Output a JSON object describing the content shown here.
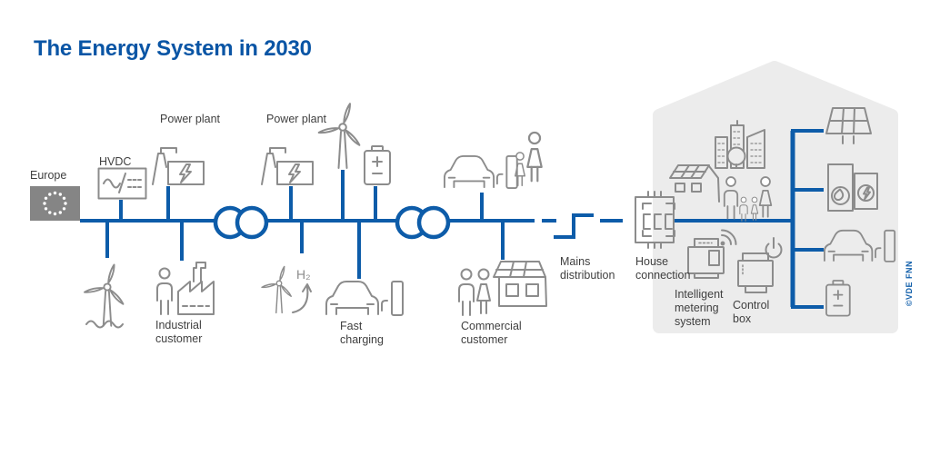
{
  "title": "The Energy System in 2030",
  "credit": "©VDE FNN",
  "colors": {
    "accent_blue": "#0d5ca9",
    "icon_gray": "#8c8c8c",
    "house_background": "#ececec",
    "eu_flag_gray": "#858585",
    "label_text": "#3f3f3f"
  },
  "labels": {
    "europe": "Europe",
    "hvdc": "HVDC",
    "power_plant_1": "Power plant",
    "power_plant_2": "Power plant",
    "industrial_customer": "Industrial customer",
    "fast_charging": "Fast charging",
    "commercial_customer": "Commercial customer",
    "hydrogen": "H₂",
    "mains_distribution": "Mains distribution",
    "house_connection": "House connection",
    "intelligent_metering_system": "Intelligent metering system",
    "control_box": "Control box"
  },
  "icons": {
    "eu-flag-icon": "gray rectangle with circle of 12 white stars",
    "ac-dc-converter-icon": "box with sine, slash and dashed lines (HVDC converter)",
    "power-plant-icon": "factory building with chimney and lightning bolt",
    "offshore-wind-turbine-icon": "wind turbine above waves",
    "wind-turbine-icon": "three-blade wind turbine",
    "hydrogen-electrolysis-icon": "small wind turbine with arrow to H₂",
    "battery-storage-icon": "battery with plus and minus",
    "industrial-customer-icon": "person with sawtooth-roof factory",
    "ev-charging-icon": "car with charging pillar",
    "private-customers-icon": "woman and child figures",
    "commercial-customer-icon": "two persons with flat building and rooftop PV",
    "transformer-icon": "two overlapping blue circles",
    "mains-distribution-icon": "blue staggered switch symbol",
    "house-connection-icon": "box with fuse elements and terminal ticks",
    "smart-meter-icon": "metering device with Wi-Fi waves",
    "control-box-icon": "device with power symbol",
    "house-silhouette": "light gray house outline",
    "city-buildings-icon": "skyline with tree",
    "rooftop-pv-building-icon": "building with solar roof",
    "family-icon": "two adults and two children",
    "pv-panel-icon": "tilted solar module on legs",
    "hybrid-heating-icon": "two heating units with flame and bolt symbols",
    "home-battery-icon": "battery with plus and minus",
    "home-ev-icon": "car with charging pillar"
  }
}
